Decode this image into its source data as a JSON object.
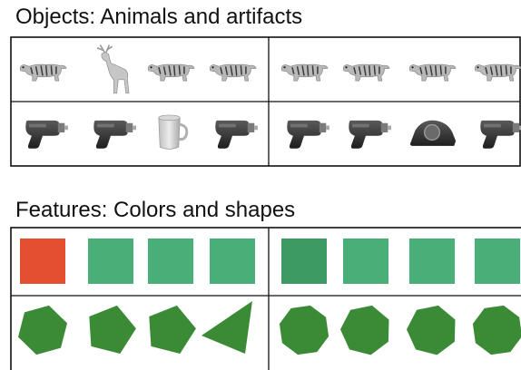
{
  "objects_section": {
    "title": "Objects: Animals and artifacts",
    "rows": [
      {
        "left": [
          "tiger-icon",
          "deer-icon",
          "tiger-icon",
          "tiger-icon"
        ],
        "right": [
          "tiger-icon",
          "tiger-icon",
          "tiger-icon",
          "tiger-icon"
        ]
      },
      {
        "left": [
          "drill-icon",
          "drill-icon",
          "mug-icon",
          "drill-icon"
        ],
        "right": [
          "drill-icon",
          "drill-icon",
          "tape-dispenser-icon",
          "drill-icon"
        ]
      }
    ]
  },
  "features_section": {
    "title": "Features: Colors and shapes",
    "rows": [
      {
        "left": [
          {
            "shape": "square",
            "color": "#e2502f"
          },
          {
            "shape": "square",
            "color": "#4aae78"
          },
          {
            "shape": "square",
            "color": "#4aae78"
          },
          {
            "shape": "square",
            "color": "#4aae78"
          }
        ],
        "right": [
          {
            "shape": "square",
            "color": "#3c9a62"
          },
          {
            "shape": "square",
            "color": "#4aae78"
          },
          {
            "shape": "square",
            "color": "#4aae78"
          },
          {
            "shape": "square",
            "color": "#4aae78"
          }
        ]
      },
      {
        "left": [
          {
            "shape": "hexagon",
            "color": "#3a8a36"
          },
          {
            "shape": "pentagon",
            "color": "#3a8a36"
          },
          {
            "shape": "pentagon",
            "color": "#3a8a36"
          },
          {
            "shape": "triangle",
            "color": "#3a8a36"
          }
        ],
        "right": [
          {
            "shape": "octagon",
            "color": "#3a8a36"
          },
          {
            "shape": "heptagon",
            "color": "#3a8a36"
          },
          {
            "shape": "heptagon",
            "color": "#3a8a36"
          },
          {
            "shape": "octagon",
            "color": "#3a8a36"
          }
        ]
      }
    ]
  }
}
